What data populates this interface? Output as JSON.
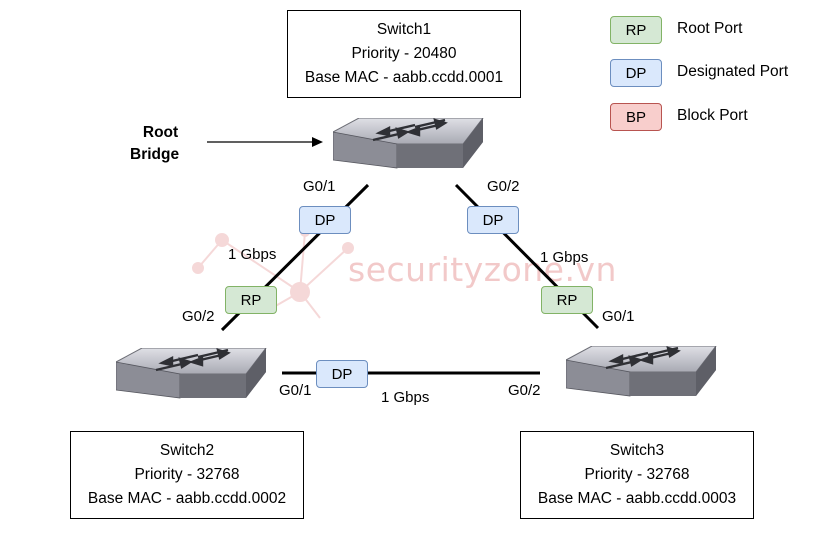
{
  "switches": {
    "switch1": {
      "name": "Switch1",
      "priority": "Priority - 20480",
      "mac": "Base MAC - aabb.ccdd.0001"
    },
    "switch2": {
      "name": "Switch2",
      "priority": "Priority - 32768",
      "mac": "Base MAC - aabb.ccdd.0002"
    },
    "switch3": {
      "name": "Switch3",
      "priority": "Priority - 32768",
      "mac": "Base MAC - aabb.ccdd.0003"
    }
  },
  "root_bridge": {
    "line1": "Root",
    "line2": "Bridge"
  },
  "interfaces": {
    "sw1_left": "G0/1",
    "sw1_right": "G0/2",
    "sw2_top": "G0/2",
    "sw2_right": "G0/1",
    "sw3_top": "G0/1",
    "sw3_left": "G0/2"
  },
  "links": {
    "left_speed": "1 Gbps",
    "right_speed": "1 Gbps",
    "bottom_speed": "1 Gbps"
  },
  "port_roles": {
    "sw1_left": "DP",
    "sw1_right": "DP",
    "sw2_top": "RP",
    "sw3_top": "RP",
    "sw2_right": "DP"
  },
  "legend": [
    {
      "code": "RP",
      "label": "Root Port",
      "color": "#d5e8d4"
    },
    {
      "code": "DP",
      "label": "Designated Port",
      "color": "#dae8fc"
    },
    {
      "code": "BP",
      "label": "Block Port",
      "color": "#f8cecc"
    }
  ],
  "watermark": "securityzone.vn"
}
